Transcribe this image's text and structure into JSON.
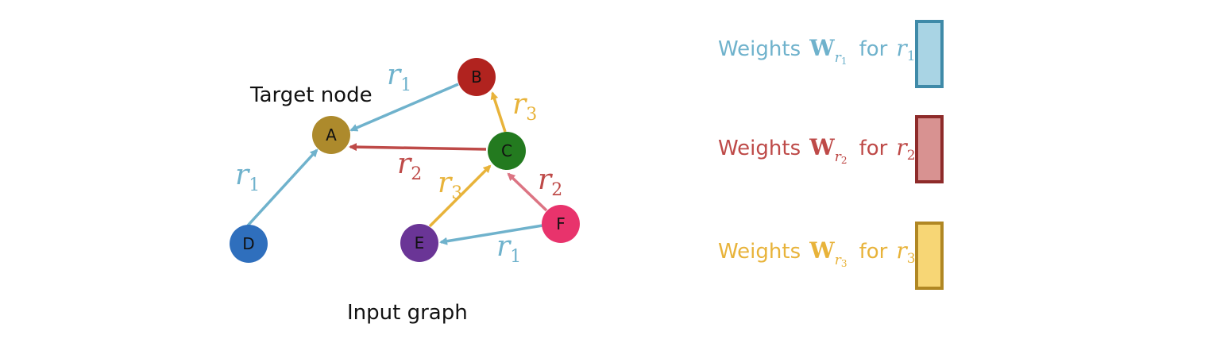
{
  "graph": {
    "target_label": "Target node",
    "caption": "Input graph",
    "nodes": [
      {
        "id": "A",
        "color": "#ad8a2c"
      },
      {
        "id": "B",
        "color": "#b1231f"
      },
      {
        "id": "C",
        "color": "#237a1f"
      },
      {
        "id": "D",
        "color": "#2f6fbd"
      },
      {
        "id": "E",
        "color": "#6a3596"
      },
      {
        "id": "F",
        "color": "#e8336c"
      }
    ],
    "edges": [
      {
        "from": "B",
        "to": "A",
        "relation": "r1"
      },
      {
        "from": "D",
        "to": "A",
        "relation": "r1"
      },
      {
        "from": "C",
        "to": "A",
        "relation": "r2"
      },
      {
        "from": "C",
        "to": "B",
        "relation": "r3"
      },
      {
        "from": "E",
        "to": "C",
        "relation": "r3"
      },
      {
        "from": "F",
        "to": "C",
        "relation": "r2"
      },
      {
        "from": "F",
        "to": "E",
        "relation": "r1"
      }
    ],
    "relation_labels": {
      "r": "r",
      "r1_sub": "1",
      "r2_sub": "2",
      "r3_sub": "3"
    }
  },
  "relations": {
    "r1": {
      "color": "#6fb2cc",
      "fill": "#a9d4e4",
      "border": "#3f8aa8"
    },
    "r2": {
      "color": "#be4a48",
      "fill": "#d89291",
      "border": "#8e2b2a",
      "edge_color": "#dc7483"
    },
    "r3": {
      "color": "#e8b33a",
      "fill": "#f7d675",
      "border": "#b08723"
    }
  },
  "legend": {
    "items": [
      {
        "weights_text": "Weights",
        "w_symbol": "W",
        "sub_r": "r",
        "sub_index": "1",
        "for_text": "for",
        "r_symbol": "r",
        "r_index": "1",
        "relation": "r1"
      },
      {
        "weights_text": "Weights",
        "w_symbol": "W",
        "sub_r": "r",
        "sub_index": "2",
        "for_text": "for",
        "r_symbol": "r",
        "r_index": "2",
        "relation": "r2"
      },
      {
        "weights_text": "Weights",
        "w_symbol": "W",
        "sub_r": "r",
        "sub_index": "3",
        "for_text": "for",
        "r_symbol": "r",
        "r_index": "3",
        "relation": "r3"
      }
    ]
  }
}
